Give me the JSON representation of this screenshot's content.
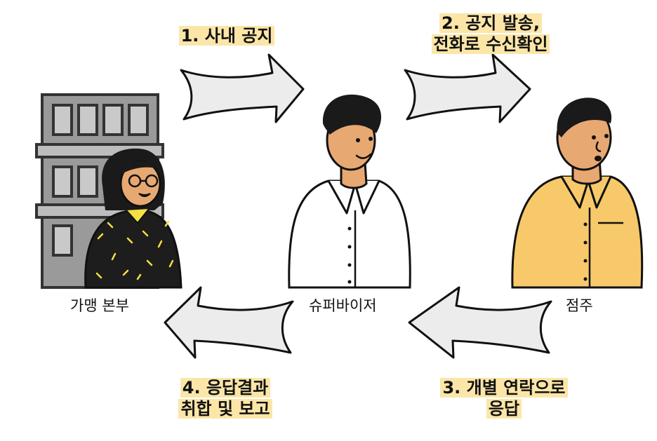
{
  "steps": [
    {
      "line1": "1. 사내 공지"
    },
    {
      "line1": "2. 공지 발송,",
      "line2": "전화로 수신확인"
    },
    {
      "line1": "3. 개별 연락으로",
      "line2": "응답"
    },
    {
      "line1": "4. 응답결과",
      "line2": "취합 및 보고"
    }
  ],
  "actors": {
    "hq": "가맹 본부",
    "supervisor": "슈퍼바이저",
    "owner": "점주"
  },
  "colors": {
    "highlight": "#fbe6a8",
    "arrow_fill": "#ececec",
    "building": "#9a9a9a",
    "owner_shirt": "#f7c96a",
    "skin": "#e8a872",
    "hq_sweater": "#1d1d1d",
    "hq_accent": "#f5e042"
  }
}
